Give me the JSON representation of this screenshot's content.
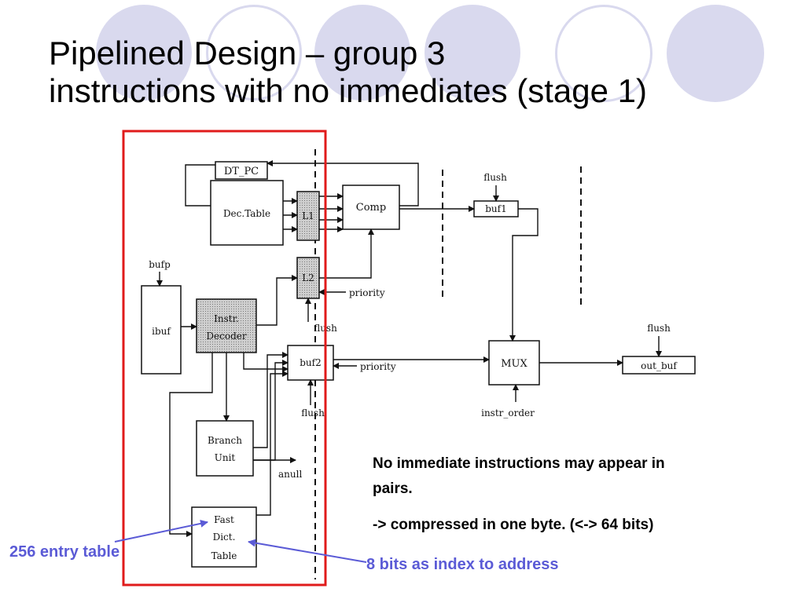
{
  "slide": {
    "title_line1": "Pipelined Design – group 3",
    "title_line2": "instructions with no immediates (stage 1)"
  },
  "diagram": {
    "dt_pc": "DT_PC",
    "dec_table": "Dec.Table",
    "l1": "L1",
    "l2": "L2",
    "comp": "Comp",
    "buf1": "buf1",
    "flush_buf1": "flush",
    "bufp": "bufp",
    "ibuf": "ibuf",
    "instr_decoder_line1": "Instr.",
    "instr_decoder_line2": "Decoder",
    "priority_l2": "priority",
    "flush_l2": "flush",
    "buf2": "buf2",
    "priority_buf2": "priority",
    "flush_buf2": "flush",
    "mux": "MUX",
    "instr_order": "instr_order",
    "flush_out": "flush",
    "out_buf": "out_buf",
    "branch_unit_line1": "Branch",
    "branch_unit_line2": "Unit",
    "anull": "anull",
    "fast_dict_line1": "Fast",
    "fast_dict_line2": "Dict.",
    "fast_dict_line3": "Table"
  },
  "notes": {
    "line1": "No immediate instructions may appear in",
    "line2": "pairs.",
    "line3": "-> compressed in one byte. (<-> 64 bits)"
  },
  "callouts": {
    "entry_table": "256 entry table",
    "bits_index": "8 bits as index to address"
  },
  "colors": {
    "highlight_box": "#e01b1b",
    "callout": "#5b5bd6",
    "decor_circle": "#d9d9ee"
  }
}
